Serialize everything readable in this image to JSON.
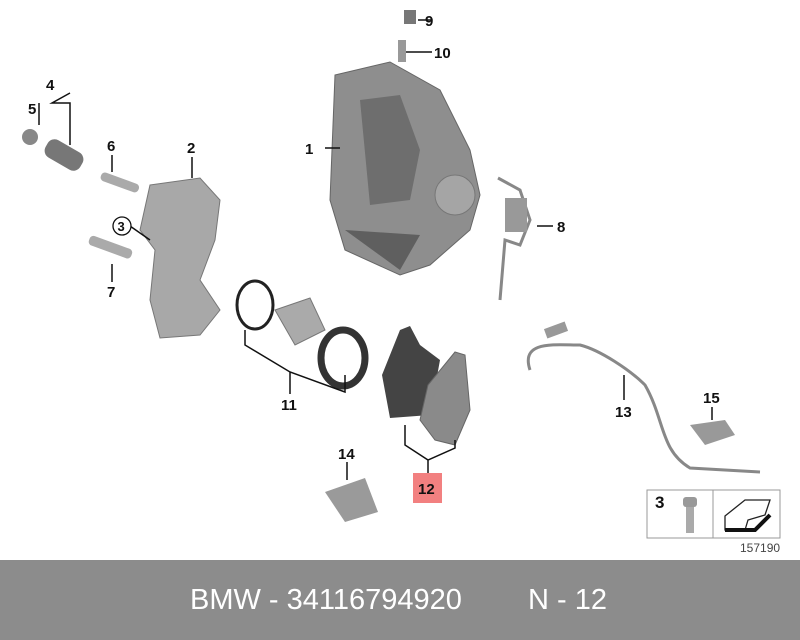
{
  "callouts": {
    "c1": "1",
    "c2": "2",
    "c3": "3",
    "c4": "4",
    "c5": "5",
    "c6": "6",
    "c7": "7",
    "c8": "8",
    "c9": "9",
    "c10": "10",
    "c11": "11",
    "c12": "12",
    "c13": "13",
    "c14": "14",
    "c15": "15"
  },
  "inset": {
    "label": "3",
    "ref": "157190"
  },
  "highlight_color": "#f28080",
  "footer": {
    "part": "BMW - 34116794920",
    "position": "N - 12"
  }
}
